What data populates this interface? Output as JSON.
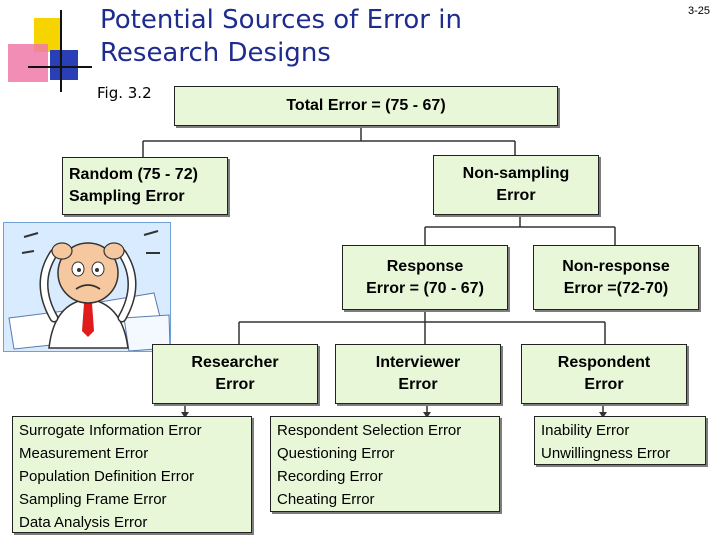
{
  "slide": {
    "title": "Potential Sources of Error in Research Designs",
    "number": "3-25",
    "figure_label": "Fig. 3.2"
  },
  "diagram": {
    "total_error": "Total Error = (75 - 67)",
    "random_error": {
      "line1": "Random (75 - 72)",
      "line2": "Sampling Error"
    },
    "non_sampling": {
      "line1": "Non-sampling",
      "line2": "Error"
    },
    "response": {
      "line1": "Response",
      "line2": "Error = (70 - 67)"
    },
    "non_response": {
      "line1": "Non-response",
      "line2": "Error =(72-70)"
    },
    "researcher": {
      "line1": "Researcher",
      "line2": "Error"
    },
    "interviewer": {
      "line1": "Interviewer",
      "line2": "Error"
    },
    "respondent": {
      "line1": "Respondent",
      "line2": "Error"
    },
    "researcher_items": [
      "Surrogate Information Error",
      "Measurement Error",
      "Population Definition Error",
      "Sampling Frame Error",
      "Data Analysis Error"
    ],
    "interviewer_items": [
      "Respondent Selection Error",
      "Questioning Error",
      "Recording Error",
      "Cheating Error"
    ],
    "respondent_items": [
      "Inability Error",
      "Unwillingness Error"
    ]
  },
  "colors": {
    "title": "#1f2c8f",
    "box_fill": "#e8f7d8",
    "logo_yellow": "#f5d400",
    "logo_pink": "#f07aa8",
    "logo_blue": "#2a3fb5"
  },
  "icons": [
    "stressed-man-illustration"
  ]
}
